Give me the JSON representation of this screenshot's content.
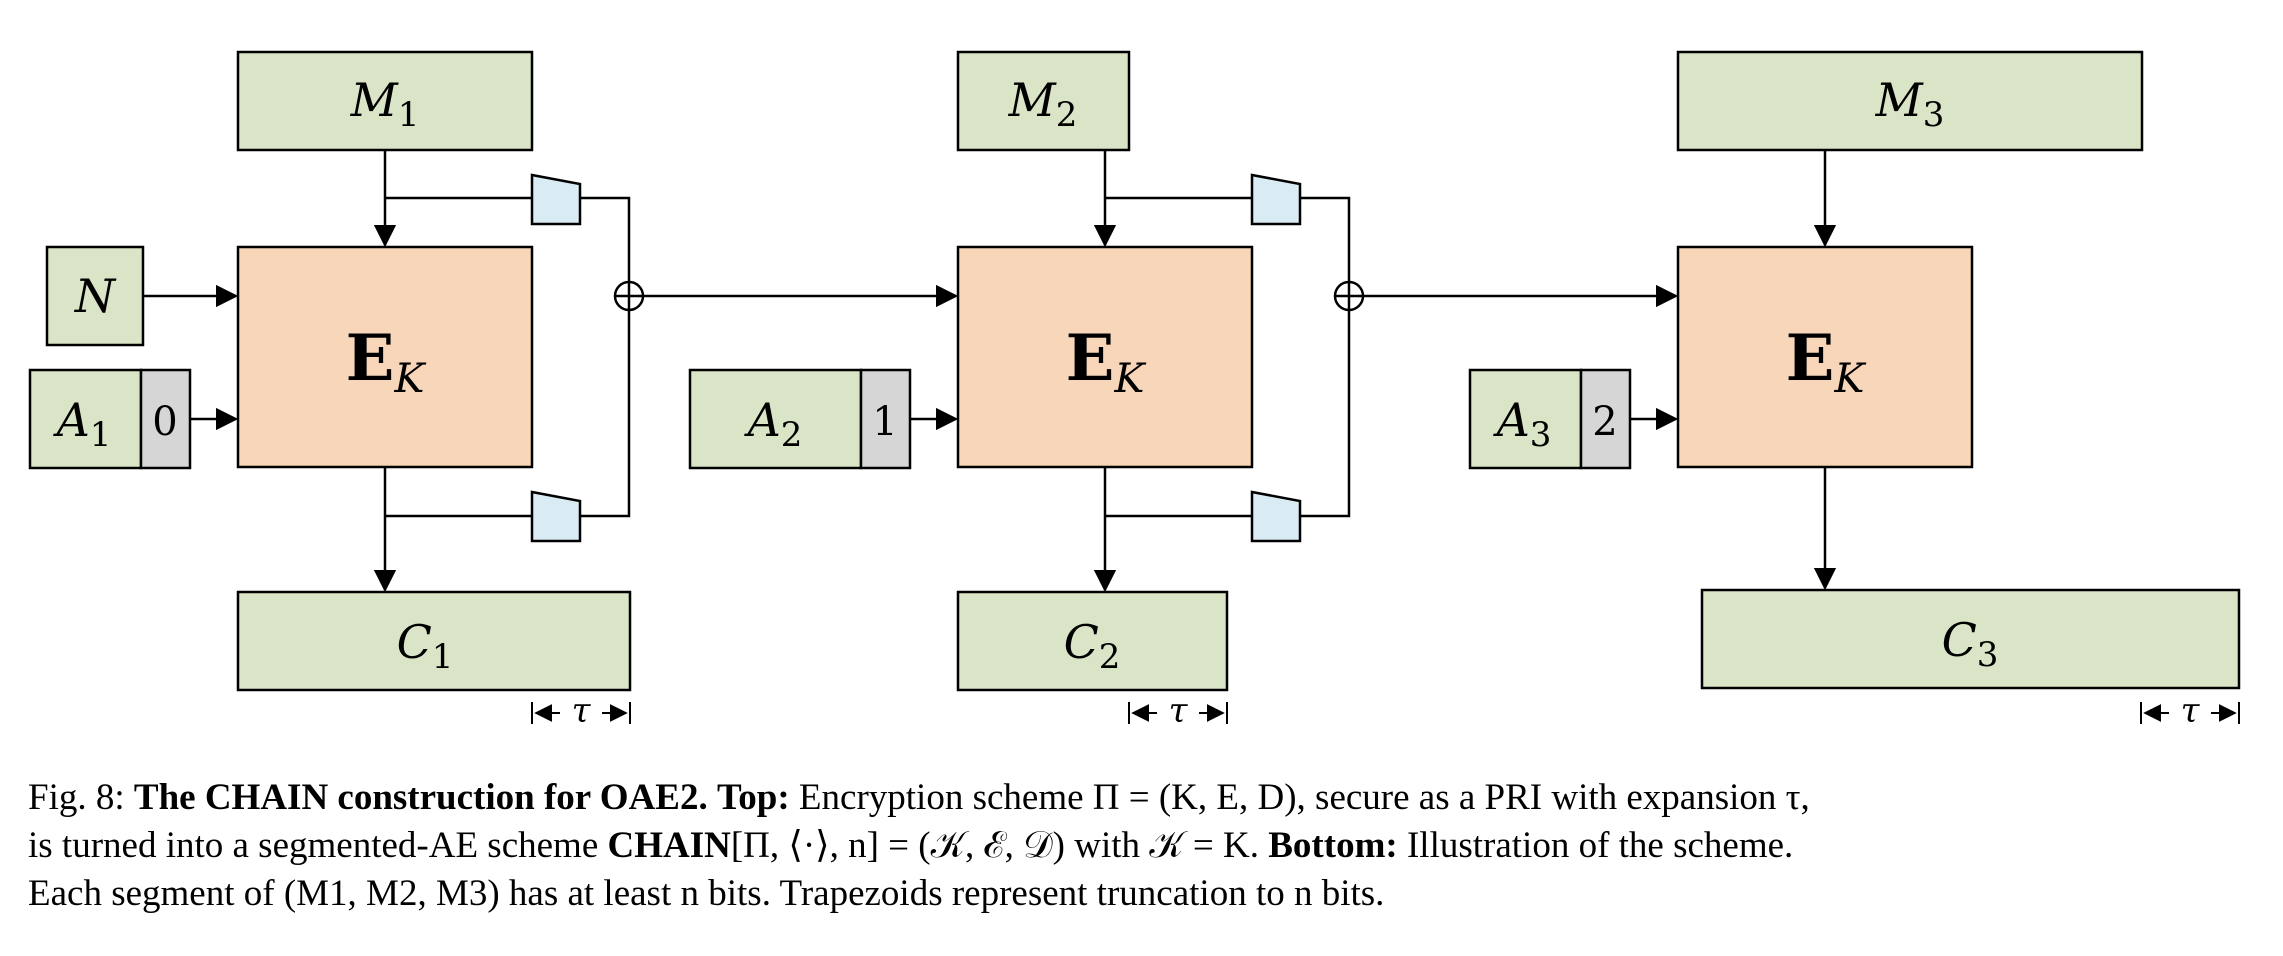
{
  "colors": {
    "green": "#dae4c6",
    "orange": "#f7d6b9",
    "gray": "#d6d6d6",
    "blue": "#d9ebf3",
    "stroke": "#000000"
  },
  "segments": [
    {
      "message": {
        "base": "M",
        "sub": "1"
      },
      "associated_data": {
        "base": "A",
        "sub": "1"
      },
      "counter": "0",
      "ciphertext": {
        "base": "C",
        "sub": "1"
      },
      "cipher": {
        "base": "E",
        "sub": "K"
      }
    },
    {
      "message": {
        "base": "M",
        "sub": "2"
      },
      "associated_data": {
        "base": "A",
        "sub": "2"
      },
      "counter": "1",
      "ciphertext": {
        "base": "C",
        "sub": "2"
      },
      "cipher": {
        "base": "E",
        "sub": "K"
      }
    },
    {
      "message": {
        "base": "M",
        "sub": "3"
      },
      "associated_data": {
        "base": "A",
        "sub": "3"
      },
      "counter": "2",
      "ciphertext": {
        "base": "C",
        "sub": "3"
      },
      "cipher": {
        "base": "E",
        "sub": "K"
      }
    }
  ],
  "nonce": "N",
  "xor_symbol": "⊕",
  "tau_label": "τ",
  "caption": {
    "fig_label": "Fig. 8:",
    "bold_title": "The CHAIN construction for OAE2.",
    "top_label": "Top:",
    "line1_rest": " Encryption scheme Π = (K, E, D), secure as a PRI with expansion τ,",
    "line2_a": "is turned into a segmented-AE scheme ",
    "line2_bold": "CHAIN",
    "line2_b": "[Π, ⟨·⟩, n] = (𝒦, ℰ, 𝒟) with 𝒦 = K. ",
    "bottom_label": "Bottom:",
    "line2_c": " Illustration of the scheme.",
    "line3": "Each segment of (M1, M2, M3) has at least n bits. Trapezoids represent truncation to n bits."
  }
}
